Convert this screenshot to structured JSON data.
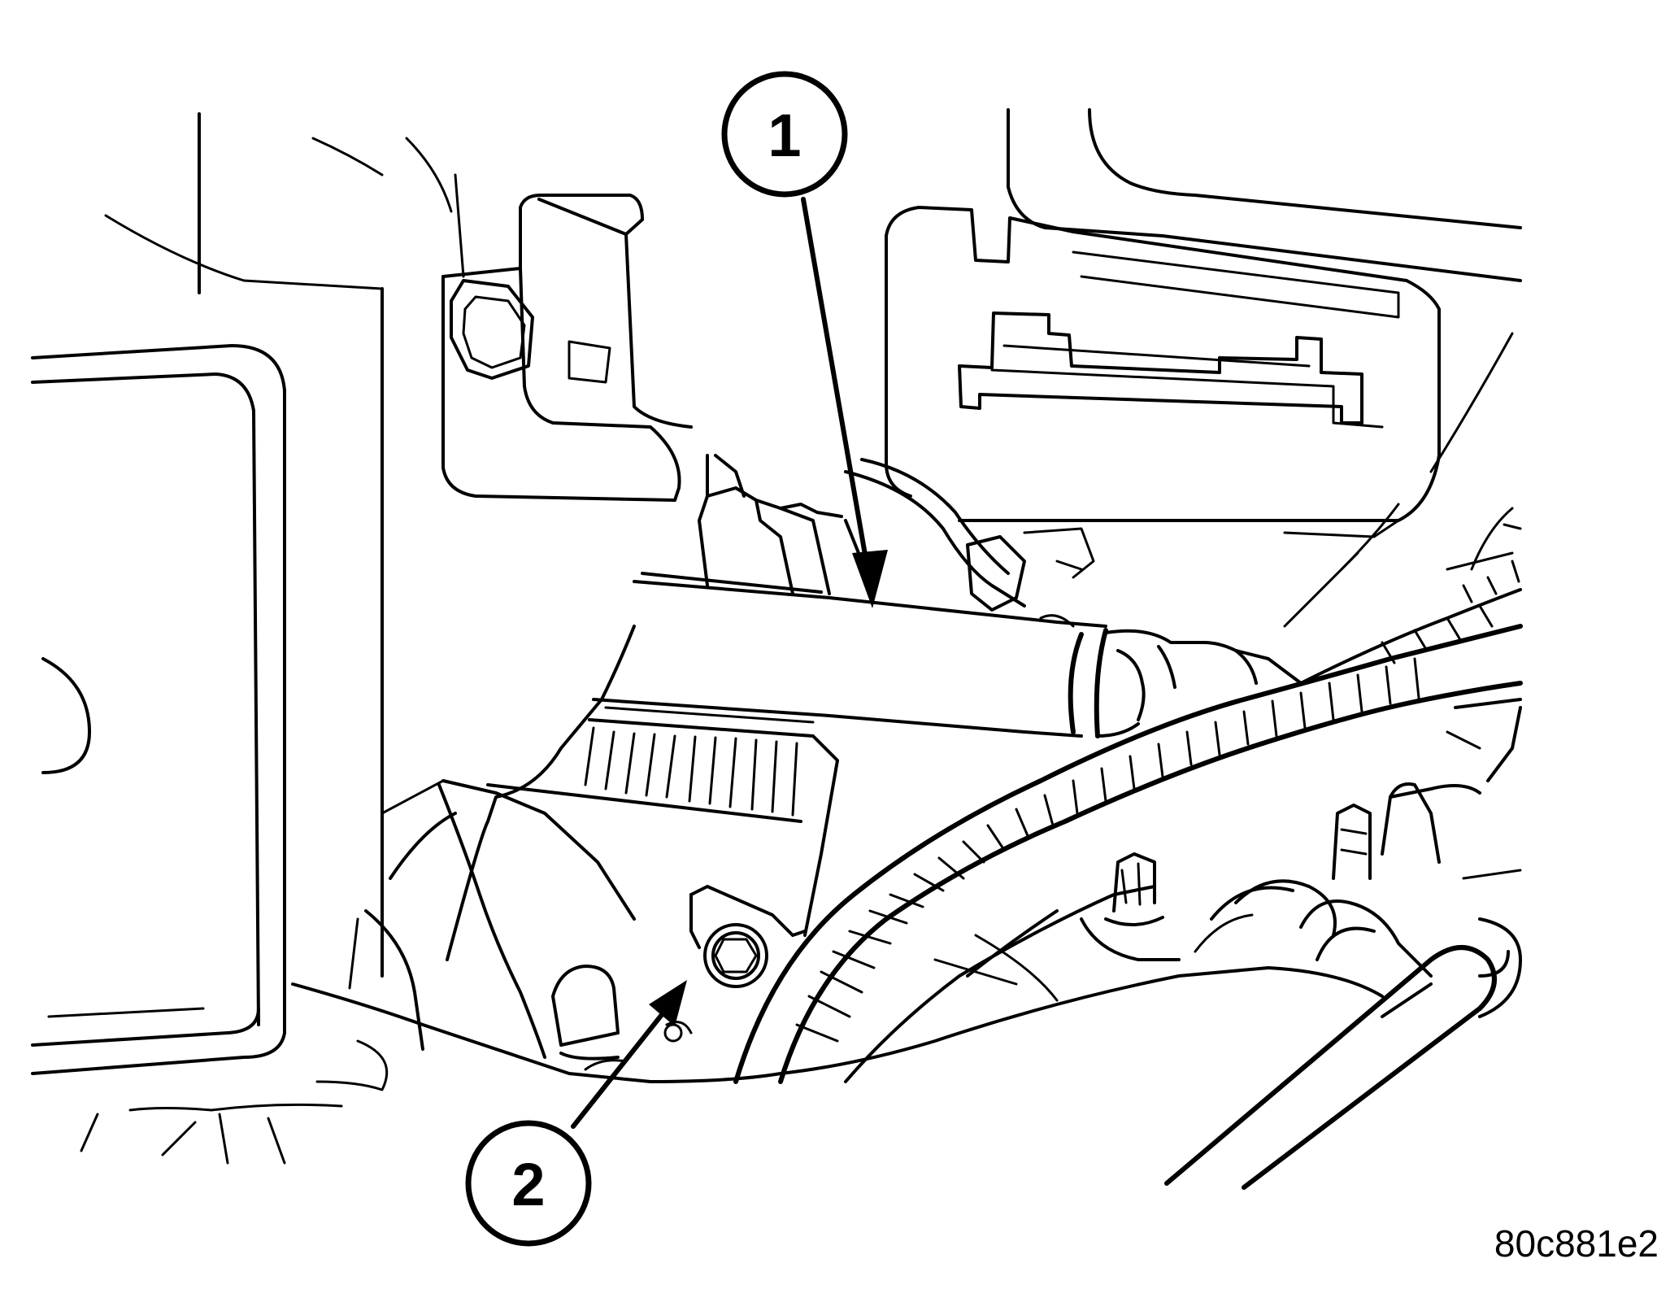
{
  "callouts": [
    {
      "id": "1",
      "label": "1"
    },
    {
      "id": "2",
      "label": "2"
    }
  ],
  "figure_id": "80c881e2",
  "colors": {
    "line": "#000000",
    "background": "#ffffff"
  }
}
